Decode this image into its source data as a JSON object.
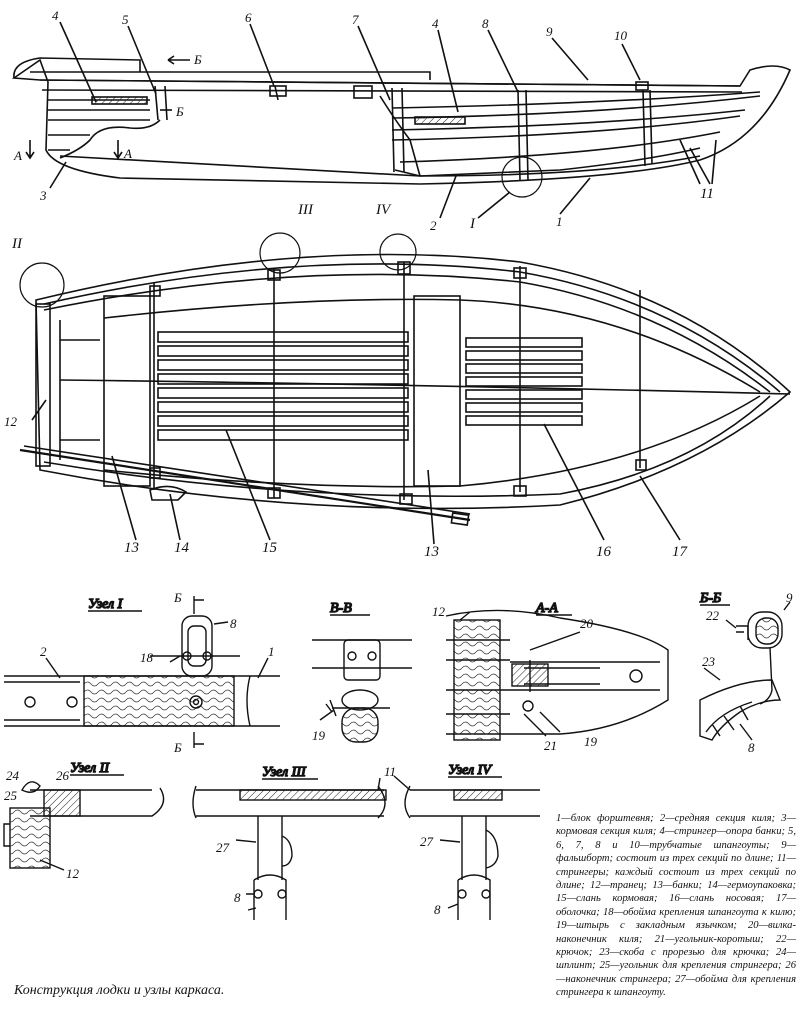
{
  "labels": {
    "side": [
      "4",
      "5",
      "6",
      "7",
      "4",
      "8",
      "9",
      "10",
      "А",
      "А",
      "Б",
      "Б",
      "3",
      "2",
      "I",
      "1",
      "11"
    ],
    "top": [
      "II",
      "III",
      "IV",
      "12",
      "13",
      "14",
      "15",
      "13",
      "16",
      "17"
    ]
  },
  "nodes": {
    "uzel1": {
      "title": "Узел I",
      "section": "Б",
      "labels": [
        "8",
        "18",
        "2",
        "1"
      ]
    },
    "vv": {
      "title": "В-В",
      "labels": [
        "19"
      ]
    },
    "aa": {
      "title": "А-А",
      "labels": [
        "12",
        "20",
        "21",
        "19"
      ]
    },
    "bb": {
      "title": "Б-Б",
      "labels": [
        "22",
        "9",
        "23",
        "8"
      ]
    },
    "uzel2": {
      "title": "Узел II",
      "labels": [
        "24",
        "26",
        "25",
        "12"
      ]
    },
    "uzel3": {
      "title": "Узел III",
      "labels": [
        "27",
        "8"
      ]
    },
    "uzel4": {
      "title": "Узел IV",
      "labels": [
        "11",
        "27",
        "8"
      ]
    }
  },
  "legend": [
    "1—блок форштевня;",
    "2—средняя секция киля;",
    "3—кормовая секция киля;",
    "4—стрингер—опора банки;",
    "5, 6, 7, 8 и 10—трубчатые шпангоуты;",
    "9—фальшборт; состоит из трех секций по длине;",
    "11—стрингеры; каждый состоит из трех секций по длине;",
    "12—транец;",
    "13—банки;",
    "14—гермоупаковка;",
    "15—слань кормовая;",
    "16—слань носовая;",
    "17—оболочка;",
    "18—обойма крепления шпангоута к килю;",
    "19—штырь с закладным язычком;",
    "20—вилка-наконечник киля;",
    "21—угольник-коротыш;",
    "22—крючок;",
    "23—скоба с прорезью для крючка;",
    "24—шплинт;",
    "25—угольник для крепления стрингера;",
    "26—наконечник стрингера;",
    "27—обойма для крепления стрингера к шпангоуту."
  ],
  "caption": "Конструкция лодки и узлы каркаса."
}
